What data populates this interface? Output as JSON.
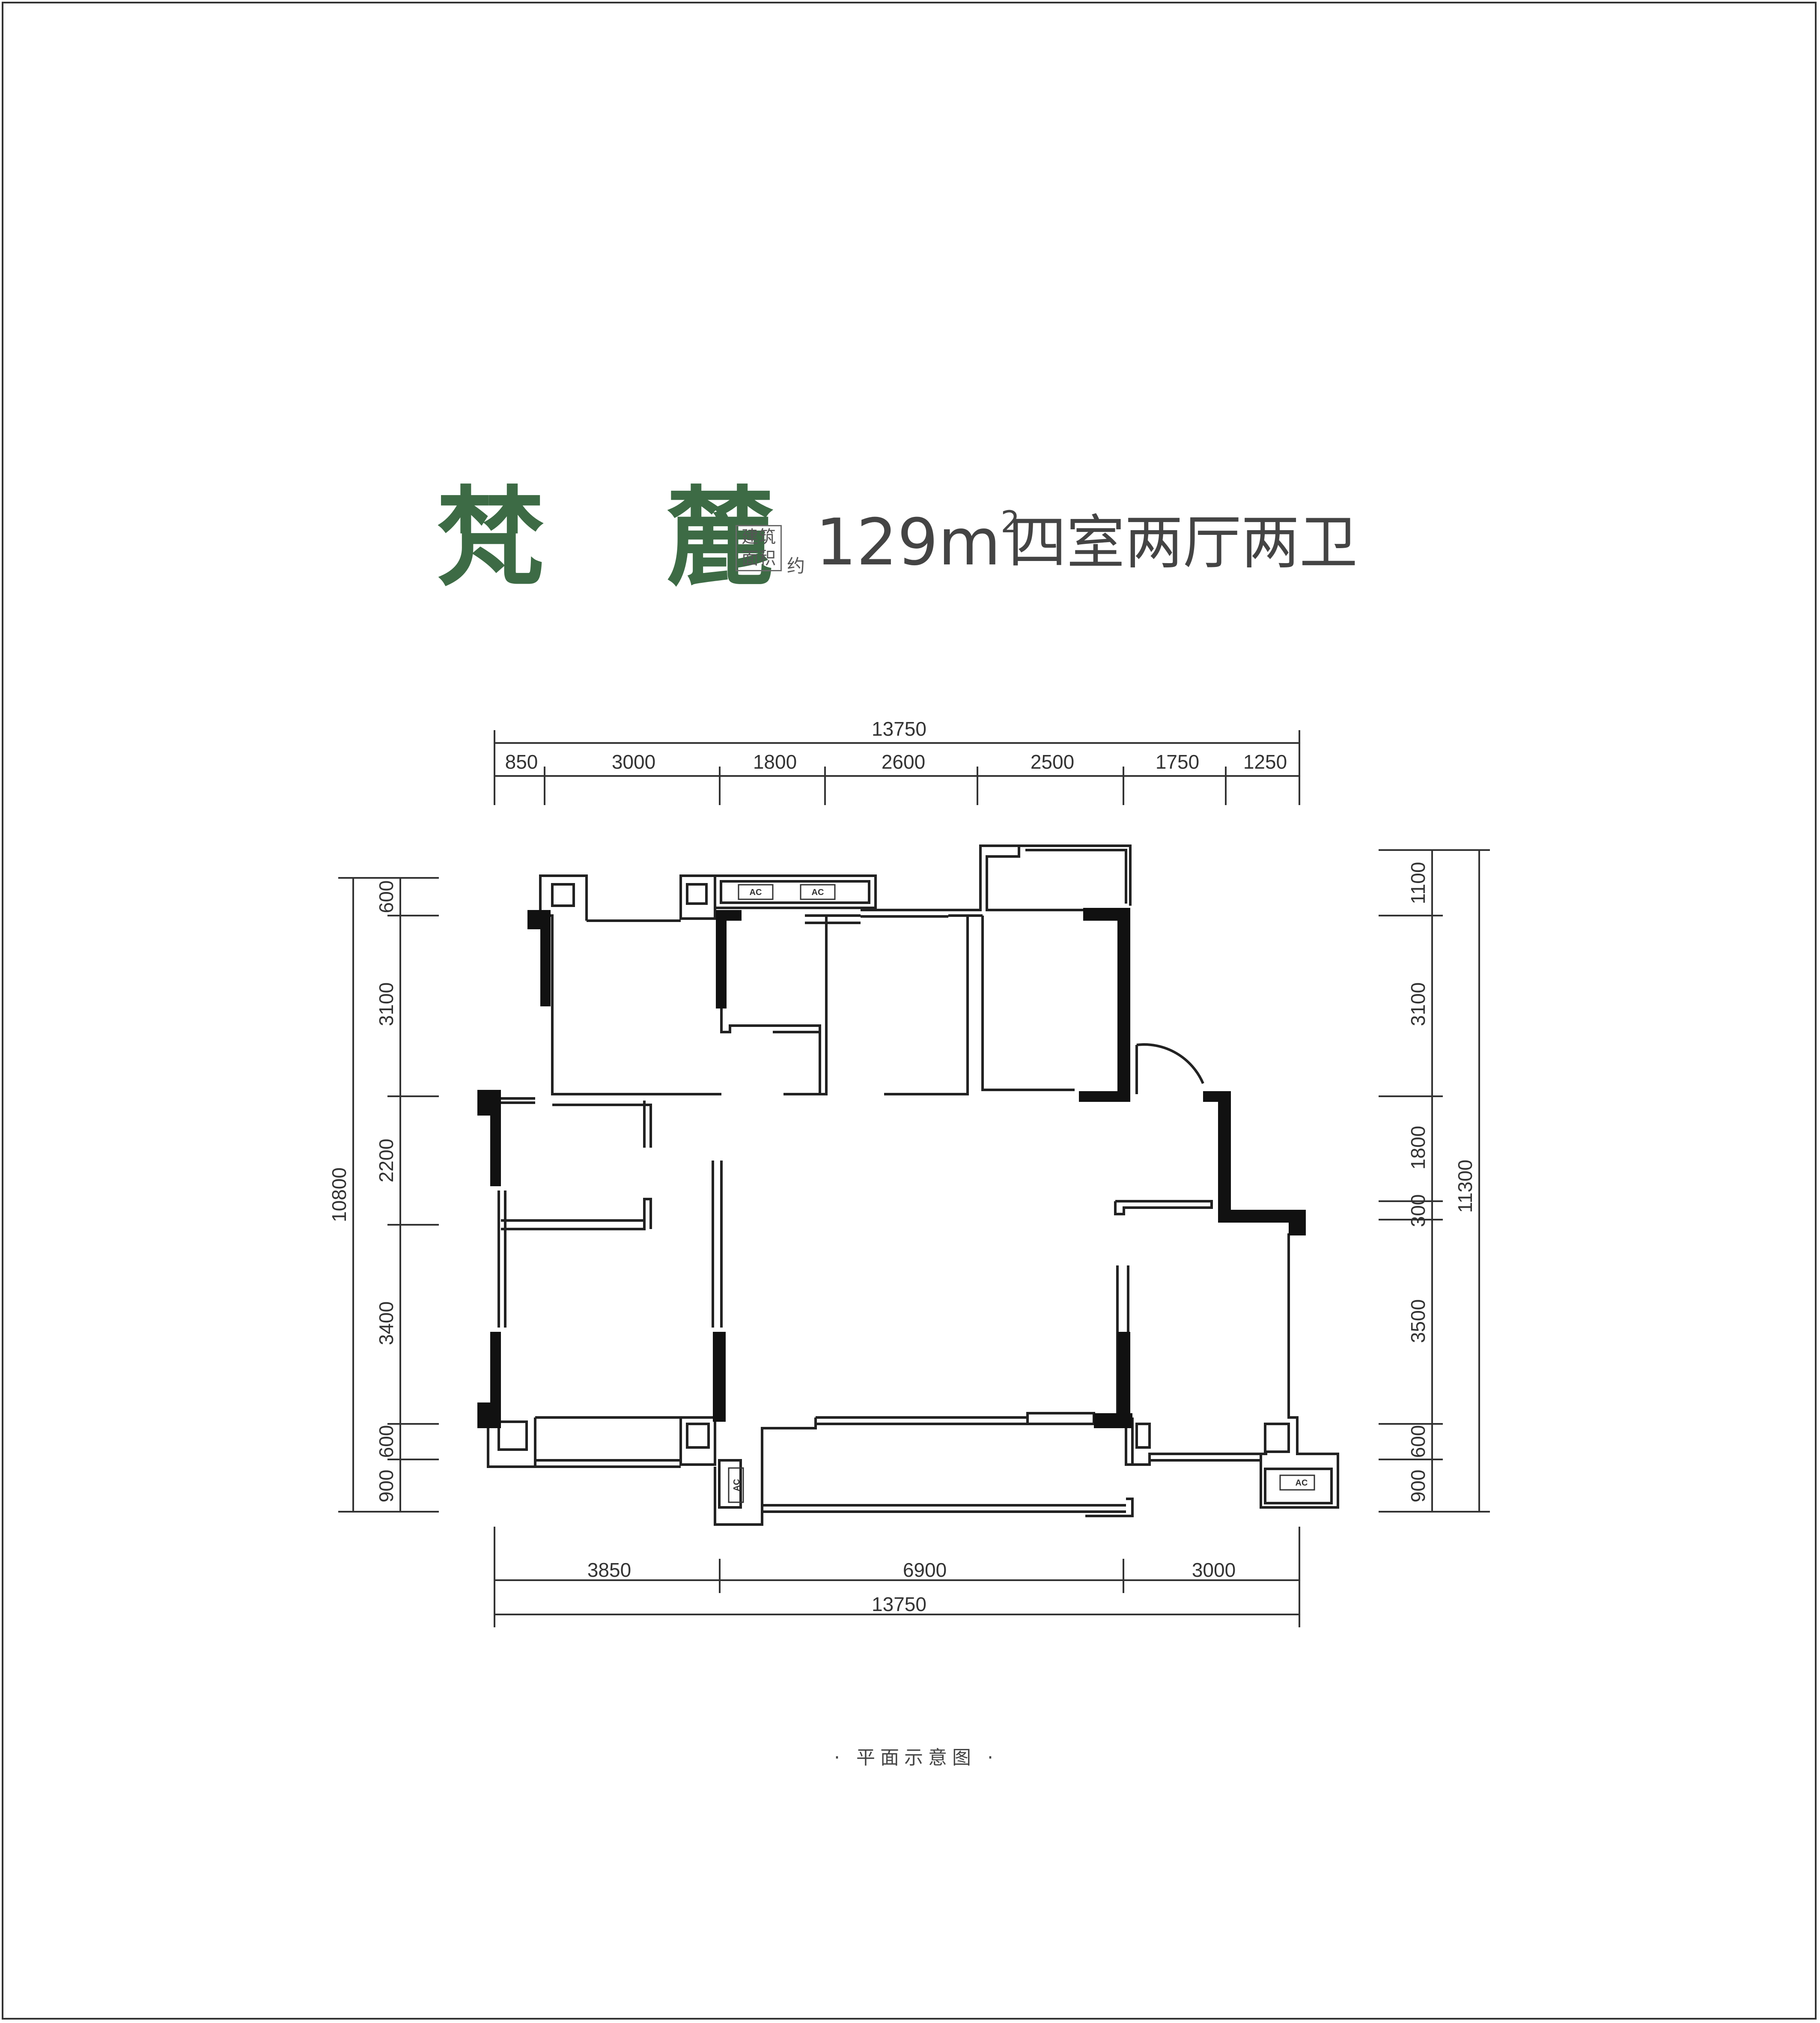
{
  "title": {
    "name": "梵 麓",
    "area_label_line1": "建筑",
    "area_label_line2": "面积",
    "approx": "约",
    "area_value": "129m",
    "area_unit_sup": "2",
    "layout": "四室两厅两卫"
  },
  "dims": {
    "top_total": "13750",
    "top": [
      "850",
      "3000",
      "1800",
      "2600",
      "2500",
      "1750",
      "1250"
    ],
    "bottom": [
      "3850",
      "6900",
      "3000"
    ],
    "bottom_total": "13750",
    "left": [
      "600",
      "3100",
      "2200",
      "3400",
      "600",
      "900"
    ],
    "left_total": "10800",
    "right": [
      "1100",
      "3100",
      "1800",
      "300",
      "3500",
      "600",
      "900"
    ],
    "right_total": "11300"
  },
  "ac_label": "AC",
  "caption": "· 平面示意图 ·",
  "colors": {
    "title_green": "#3d6b45",
    "wall": "#111111",
    "line": "#333333"
  }
}
